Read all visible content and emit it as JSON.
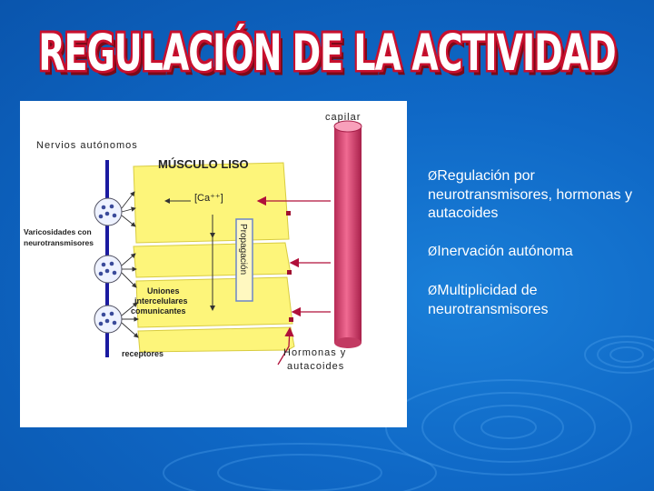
{
  "slide": {
    "title": "REGULACIÓN DE LA ACTIVIDAD",
    "bullet_symbol": "Ø",
    "bullets": [
      "Regulación por neurotransmisores, hormonas y autacoides",
      "Inervación autónoma",
      "Multiplicidad de neurotransmisores"
    ]
  },
  "diagram": {
    "labels": {
      "capilar": "capilar",
      "nervios": "Nervios autónomos",
      "musculo": "MÚSCULO LISO",
      "calcio": "[Ca⁺⁺]",
      "varicosidades_1": "Varicosidades con",
      "varicosidades_2": "neurotransmisores",
      "propagacion": "Propagación",
      "uniones_1": "Uniones",
      "uniones_2": "intercelulares",
      "uniones_3": "comunicantes",
      "receptores": "receptores",
      "hormonas_1": "Hormonas y",
      "hormonas_2": "autacoides"
    }
  },
  "colors": {
    "background": "#0f68c6",
    "title_outline": "#c8102e",
    "muscle": "#fdf57a",
    "capillary": "#e44a78",
    "nerve": "#1a1aa0",
    "arrow": "#b0103a"
  }
}
